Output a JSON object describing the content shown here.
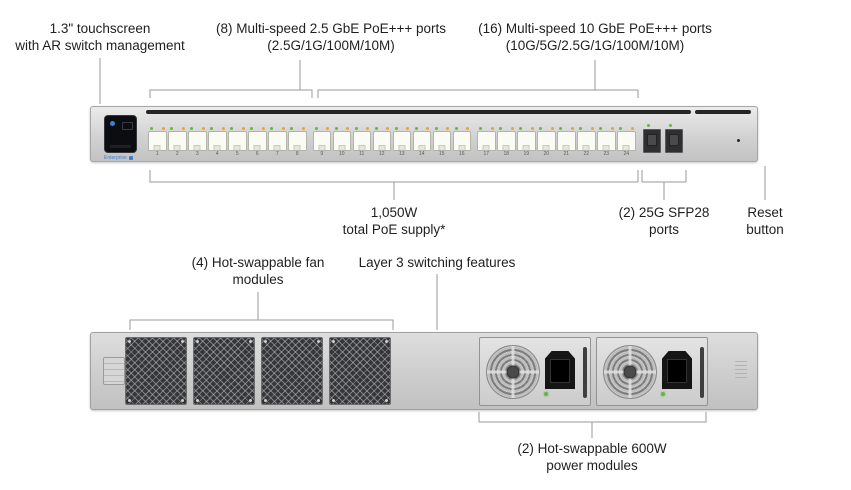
{
  "labels": {
    "touchscreen": {
      "line1": "1.3\" touchscreen",
      "line2": "with AR switch management"
    },
    "ports_25g": {
      "line1": "(8) Multi-speed 2.5 GbE PoE+++ ports",
      "line2": "(2.5G/1G/100M/10M)"
    },
    "ports_10g": {
      "line1": "(16) Multi-speed 10 GbE PoE+++ ports",
      "line2": "(10G/5G/2.5G/1G/100M/10M)"
    },
    "poe_supply": {
      "line1": "1,050W",
      "line2": "total PoE supply*"
    },
    "sfp": {
      "line1": "(2) 25G SFP28",
      "line2": "ports"
    },
    "reset": {
      "line1": "Reset",
      "line2": "button"
    },
    "fans": {
      "line1": "(4) Hot-swappable fan",
      "line2": "modules"
    },
    "layer3": {
      "line1": "Layer 3 switching features"
    },
    "psu": {
      "line1": "(2) Hot-swappable 600W",
      "line2": "power modules"
    }
  },
  "front_panel": {
    "branding": "Enterprise",
    "rj45_port_count": 24,
    "port_groups": 3,
    "sfp_port_count": 2
  },
  "rear_panel": {
    "fan_count": 4,
    "psu_count": 2
  },
  "colors": {
    "accent_blue": "#3e7fd1",
    "led_green": "#67b643",
    "led_orange": "#e9a23b",
    "line_gray": "#9a9a9a"
  }
}
